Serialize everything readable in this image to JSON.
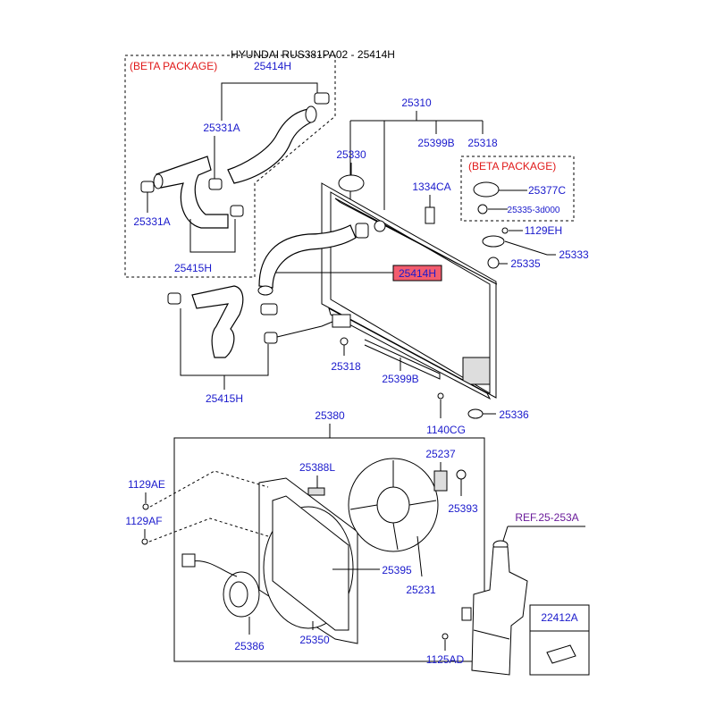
{
  "title": "HYUNDAI RUS381PA02 - 25414H",
  "beta_package_label": "(BETA PACKAGE)",
  "highlight_color": "#f25c6e",
  "label_color": "#1a1acc",
  "callouts": {
    "p25414H_top": "25414H",
    "p25331A_top": "25331A",
    "p25331A_bottom": "25331A",
    "p25415H_top": "25415H",
    "p25310": "25310",
    "p25330": "25330",
    "p25399B_top": "25399B",
    "p25318_top": "25318",
    "p1334CA": "1334CA",
    "p25377C": "25377C",
    "p25335_3d000": "25335-3d000",
    "p1129EH": "1129EH",
    "p25333": "25333",
    "p25335": "25335",
    "p25414H_highlight": "25414H",
    "p25415H_bottom": "25415H",
    "p25318_bottom": "25318",
    "p25399B_bottom": "25399B",
    "p1140CG": "1140CG",
    "p25336": "25336",
    "p25380": "25380",
    "p25388L": "25388L",
    "p25237": "25237",
    "p25393": "25393",
    "p1129AE": "1129AE",
    "p1129AF": "1129AF",
    "p25395": "25395",
    "p25231": "25231",
    "p25386": "25386",
    "p25350": "25350",
    "ref": "REF.25-253A",
    "p22412A": "22412A",
    "p1125AD": "1125AD"
  }
}
